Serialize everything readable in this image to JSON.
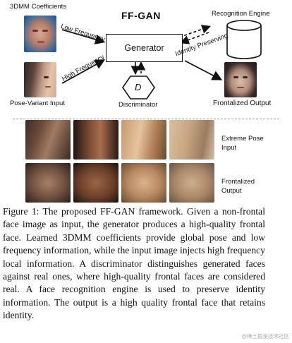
{
  "diagram": {
    "title": "FF-GAN",
    "coeff_label": "3DMM Coefficients",
    "pose_label": "Pose-Variant Input",
    "low_freq": "Low Frequency",
    "high_freq": "High Frequency",
    "generator": "Generator",
    "disc_symbol": "D",
    "disc_label": "Discriminator",
    "recog_label": "Recognition Engine",
    "identity": "Identity Preserving",
    "output_label": "Frontalized Output",
    "extreme_label": "Extreme Pose Input",
    "frontal_label": "Frontalized Output"
  },
  "caption": "Figure 1: The proposed FF-GAN framework. Given a non-frontal face image as input, the generator produces a high-quality frontal face. Learned 3DMM coefficients provide global pose and low frequency information, while the input image injects high frequency local information. A discriminator distinguishes generated faces against real ones, where high-quality frontal faces are considered real. A face recognition engine is used to preserve identity information. The output is a high quality frontal face that retains identity.",
  "watermark": "@稀土掘金技术社区"
}
